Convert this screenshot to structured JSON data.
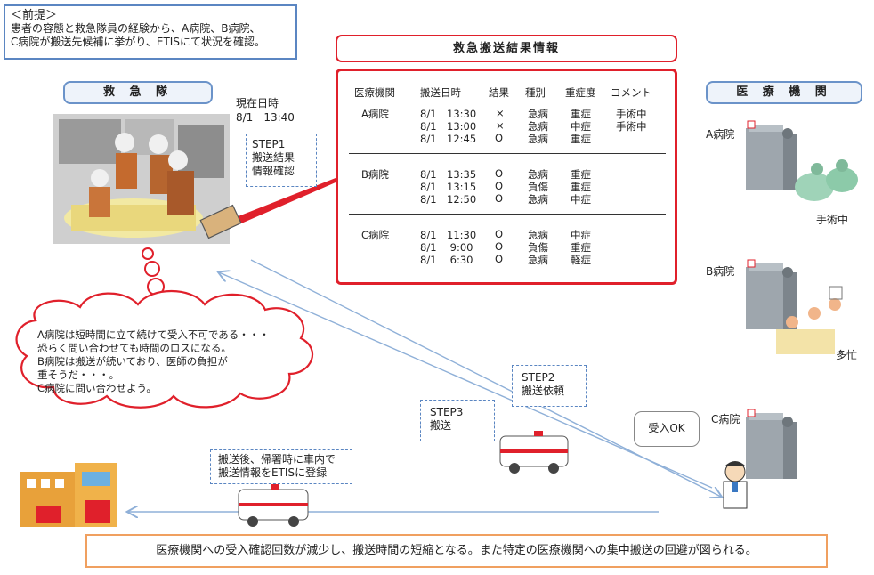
{
  "premise": {
    "title": "＜前提＞",
    "line1": "患者の容態と救急隊員の経験から、A病院、B病院、",
    "line2": "C病院が搬送先候補に挙がり、ETISにて状況を確認。"
  },
  "headers": {
    "ems": "救 急 隊",
    "hospitals": "医 療 機 関",
    "results_title": "救急搬送結果情報"
  },
  "now": {
    "label": "現在日時",
    "value": "8/1　13:40"
  },
  "step1": {
    "line1": "STEP1",
    "line2": "搬送結果",
    "line3": "情報確認"
  },
  "step2": {
    "line1": "STEP2",
    "line2": "搬送依頼"
  },
  "step3": {
    "line1": "STEP3",
    "line2": "搬送"
  },
  "table": {
    "columns": [
      "医療機関",
      "搬送日時",
      "結果",
      "種別",
      "重症度",
      "コメント"
    ],
    "groups": [
      {
        "hospital": "A病院",
        "rows": [
          {
            "time": "8/1　13:30",
            "result": "×",
            "type": "急病",
            "severity": "重症",
            "comment": "手術中"
          },
          {
            "time": "8/1　13:00",
            "result": "×",
            "type": "急病",
            "severity": "中症",
            "comment": "手術中"
          },
          {
            "time": "8/1　12:45",
            "result": "O",
            "type": "急病",
            "severity": "重症",
            "comment": ""
          }
        ]
      },
      {
        "hospital": "B病院",
        "rows": [
          {
            "time": "8/1　13:35",
            "result": "O",
            "type": "急病",
            "severity": "重症",
            "comment": ""
          },
          {
            "time": "8/1　13:15",
            "result": "O",
            "type": "負傷",
            "severity": "重症",
            "comment": ""
          },
          {
            "time": "8/1　12:50",
            "result": "O",
            "type": "急病",
            "severity": "中症",
            "comment": ""
          }
        ]
      },
      {
        "hospital": "C病院",
        "rows": [
          {
            "time": "8/1　11:30",
            "result": "O",
            "type": "急病",
            "severity": "中症",
            "comment": ""
          },
          {
            "time": "8/1　 9:00",
            "result": "O",
            "type": "負傷",
            "severity": "重症",
            "comment": ""
          },
          {
            "time": "8/1　 6:30",
            "result": "O",
            "type": "急病",
            "severity": "軽症",
            "comment": ""
          }
        ]
      }
    ]
  },
  "hospitals": {
    "a": {
      "label": "A病院",
      "status": "手術中"
    },
    "b": {
      "label": "B病院",
      "status": "多忙"
    },
    "c": {
      "label": "C病院"
    }
  },
  "thought": {
    "line1": "A病院は短時間に立て続けて受入不可である・・・",
    "line2": "恐らく問い合わせても時間のロスになる。",
    "line3": "B病院は搬送が続いており、医師の負担が",
    "line4": "重そうだ・・・。",
    "line5": "C病院に問い合わせよう。"
  },
  "accept": "受入OK",
  "register": {
    "line1": "搬送後、帰署時に車内で",
    "line2": "搬送情報をETISに登録"
  },
  "conclusion": "医療機関への受入確認回数が減少し、搬送時間の短縮となる。また特定の医療機関への集中搬送の回避が図られる。",
  "colors": {
    "red_accent": "#e0202b",
    "blue_accent": "#5b86c2",
    "orange_accent": "#f0a060",
    "arrow": "#8fb0d8"
  }
}
